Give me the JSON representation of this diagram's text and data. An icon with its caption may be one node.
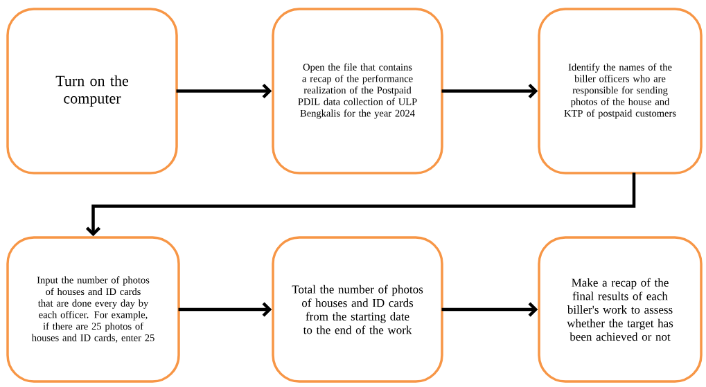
{
  "diagram": {
    "nodes": [
      {
        "text": [
          "Turn on the computer"
        ]
      },
      {
        "text": [
          "Open the file that contains a recap of the performance realization of the Postpaid PDIL data collection of ULP Bengkalis for the year 2024"
        ]
      },
      {
        "text": [
          "Identify the names of the biller officers who are responsible for sending photos of the house and KTP of postpaid customers"
        ]
      },
      {
        "text": [
          "Input the number of photos of houses and ID cards that are done every day by each officer. For example, if there are 25 photos of houses and ID cards, enter 25"
        ]
      },
      {
        "text": [
          "Total the number of photos of houses and ID cards from the starting date to the end of the work"
        ]
      },
      {
        "text": [
          "Make a recap of the final results of each biller's work to assess whether the target has been achieved or not"
        ]
      }
    ],
    "edges": [
      {
        "from": 0,
        "to": 1,
        "arrow": "to"
      },
      {
        "from": 1,
        "to": 2,
        "arrow": "to"
      },
      {
        "from": 2,
        "to": 3,
        "arrow": "to"
      },
      {
        "from": 3,
        "to": 4,
        "arrow": "to"
      },
      {
        "from": 4,
        "to": 5,
        "arrow": "to"
      }
    ]
  }
}
